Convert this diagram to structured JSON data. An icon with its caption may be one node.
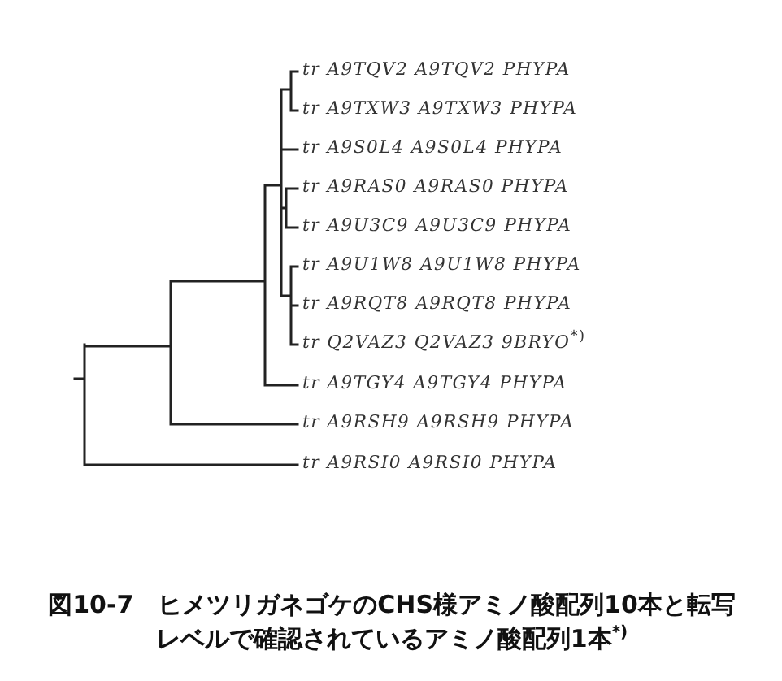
{
  "diagram": {
    "caption": "図10-7　ヒメツリガネゴケのCHS様アミノ酸配列10本と転写レベルで確認されているアミノ酸配列1本$^{*)}$",
    "labels": [
      "tr A9TQV2 A9TQV2 PHYPA",
      "tr A9TXW3 A9TXW3 PHYPA",
      "tr A9S0L4 A9S0L4 PHYPA",
      "tr A9RAS0 A9RAS0 PHYPA",
      "tr A9U3C9 A9U3C9 PHYPA",
      "tr A9U1W8 A9U1W8 PHYPA",
      "tr A9RQT8 A9RQT8 PHYPA",
      "tr Q2VAZ3 Q2VAZ3 9BRYO$^{*)}$",
      "tr A9TGY4 A9TGY4 PHYPA",
      "tr A9RSH9 A9RSH9 PHYPA",
      "tr A9RSI0 A9RSI0 PHYPA"
    ]
  }
}
